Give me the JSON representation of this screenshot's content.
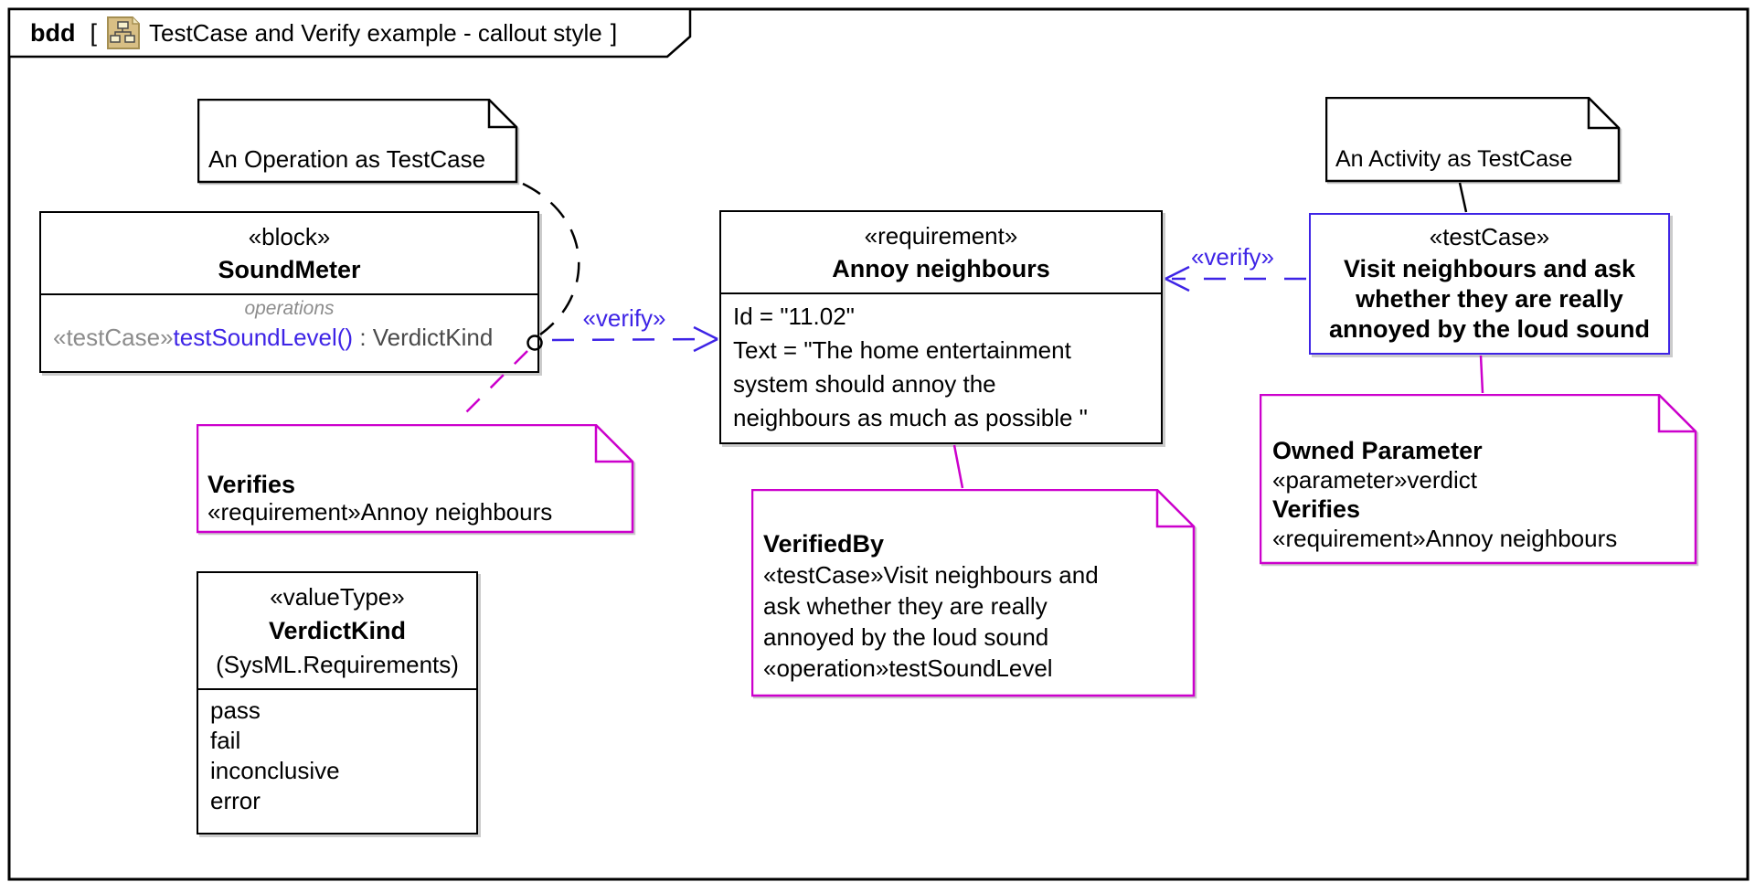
{
  "frame": {
    "kind": "bdd",
    "bracket_open": "[",
    "bracket_close": "]",
    "title": "TestCase and Verify example - callout style",
    "diagram_icon": "bdd-hierarchy-icon"
  },
  "colors": {
    "accent_blue": "#3e24e6",
    "magenta": "#cc00cc",
    "stereotype_gray": "#8c8c8c",
    "icon_tan": "#d8bf85"
  },
  "operation_note": {
    "text": "An Operation as TestCase"
  },
  "activity_note": {
    "text": "An Activity as TestCase"
  },
  "soundmeter": {
    "stereotype": "«block»",
    "name": "SoundMeter",
    "compartment_label": "operations",
    "operation": {
      "stereotype": "«testCase»",
      "name": "testSoundLevel()",
      "type_suffix": " : VerdictKind"
    }
  },
  "requirement": {
    "stereotype": "«requirement»",
    "name": "Annoy neighbours",
    "body_lines": [
      "Id = \"11.02\"",
      "Text = \"The home entertainment",
      "system should annoy the",
      "neighbours as much as possible \""
    ]
  },
  "testcase_box": {
    "stereotype": "«testCase»",
    "name_lines": [
      "Visit neighbours and ask",
      "whether they are really",
      "annoyed by the loud sound"
    ]
  },
  "verdictkind": {
    "stereotype": "«valueType»",
    "name": "VerdictKind",
    "package": "(SysML.Requirements)",
    "literals": [
      "pass",
      "fail",
      "inconclusive",
      "error"
    ]
  },
  "verifies_note": {
    "title": "Verifies",
    "body": "«requirement»Annoy neighbours"
  },
  "verifiedby_note": {
    "title": "VerifiedBy",
    "lines": [
      "«testCase»Visit neighbours and",
      "ask whether they are really",
      "annoyed by the loud sound",
      "«operation»testSoundLevel"
    ]
  },
  "owned_parameter_note": {
    "title": "Owned Parameter",
    "param_line": "«parameter»verdict",
    "verifies_title": "Verifies",
    "requirement_line": "«requirement»Annoy neighbours"
  },
  "connectors": {
    "verify_label_left": "«verify»",
    "verify_label_right": "«verify»"
  }
}
